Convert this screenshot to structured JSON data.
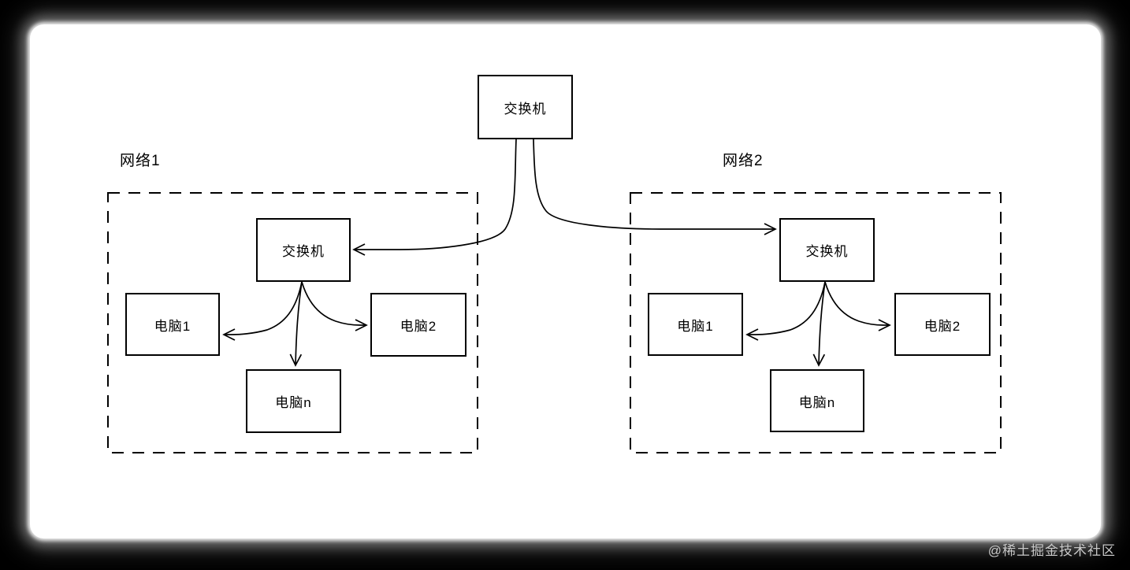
{
  "page": {
    "watermark": "@稀土掘金技术社区"
  },
  "diagram": {
    "root_switch": {
      "label": "交换机"
    },
    "networks": [
      {
        "label": "网络1",
        "switch": {
          "label": "交换机"
        },
        "computers": [
          {
            "label": "电脑1"
          },
          {
            "label": "电脑2"
          },
          {
            "label": "电脑n"
          }
        ]
      },
      {
        "label": "网络2",
        "switch": {
          "label": "交换机"
        },
        "computers": [
          {
            "label": "电脑1"
          },
          {
            "label": "电脑2"
          },
          {
            "label": "电脑n"
          }
        ]
      }
    ]
  },
  "colors": {
    "page_bg": "#000000",
    "canvas_bg": "#ffffff",
    "line": "#000000",
    "watermark_text": "#c9c9c9"
  }
}
